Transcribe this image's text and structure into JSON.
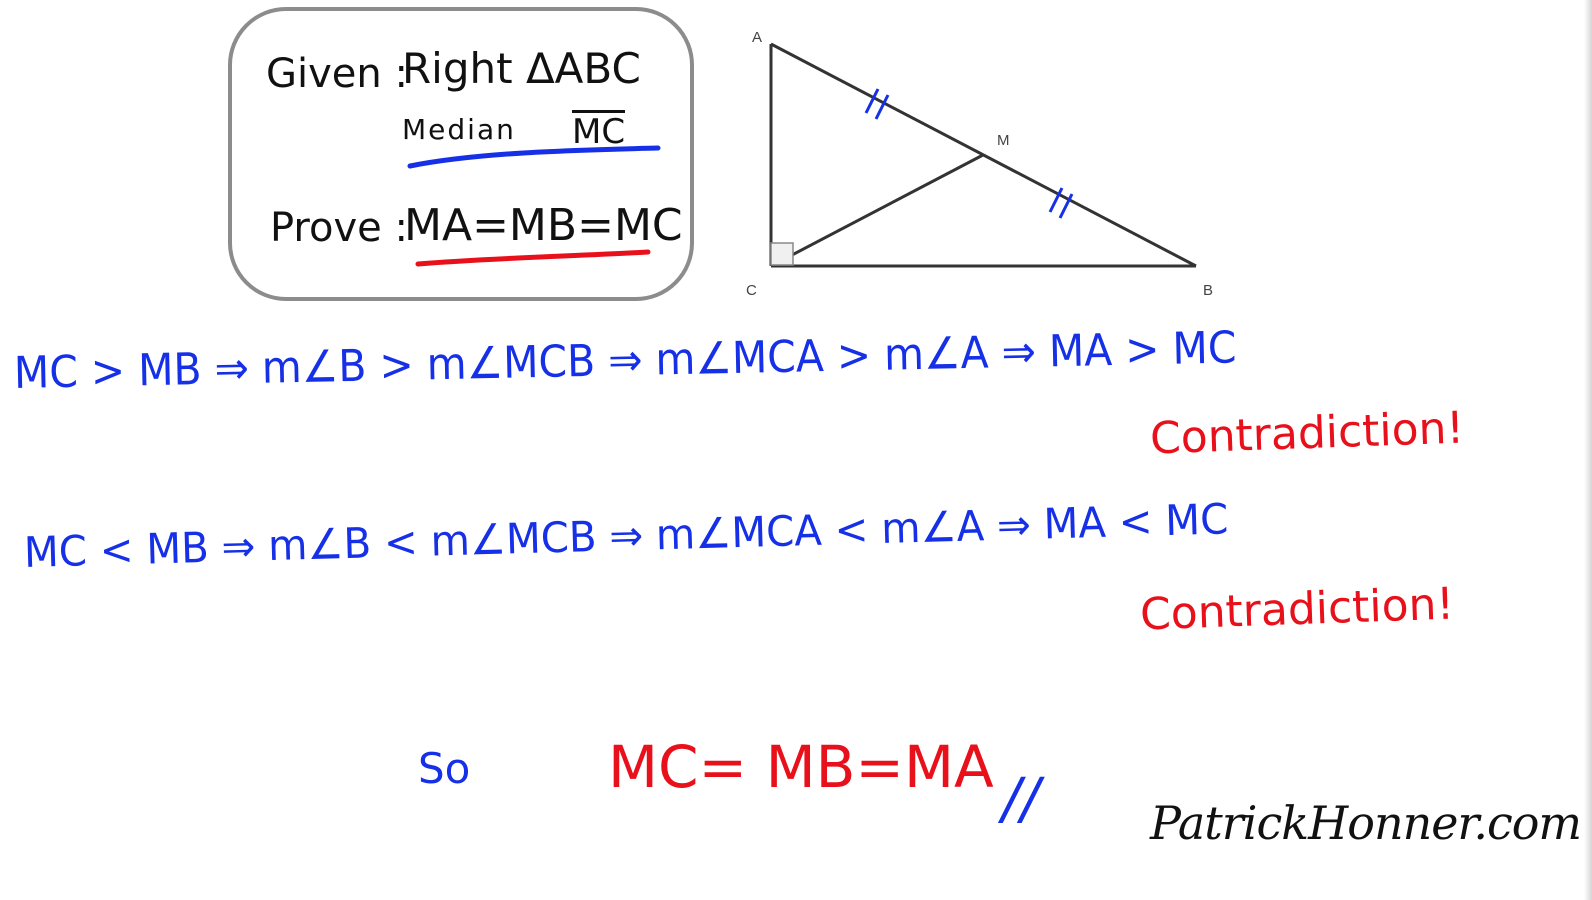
{
  "given": {
    "given_label": "Given :",
    "given_line1": "Right ΔABC",
    "median_label": "Median",
    "median_segment": "MC",
    "prove_label": "Prove :",
    "prove_statement": "MA=MB=MC"
  },
  "diagram": {
    "vertices": {
      "A": "A",
      "B": "B",
      "C": "C",
      "M": "M"
    }
  },
  "proof": {
    "case1": "MC > MB ⇒ m∠B > m∠MCB ⇒ m∠MCA > m∠A ⇒ MA > MC",
    "case1_result": "Contradiction!",
    "case2": "MC < MB ⇒  m∠B < m∠MCB ⇒ m∠MCA < m∠A ⇒ MA < MC",
    "case2_result": "Contradiction!",
    "so_word": "So",
    "conclusion": "MC= MB=MA",
    "end_mark": "//"
  },
  "signature": "PatrickHonner.com",
  "colors": {
    "blue_ink": "#1530e6",
    "red_ink": "#e8101a",
    "black_ink": "#111111",
    "box_border": "#8c8c8c"
  }
}
